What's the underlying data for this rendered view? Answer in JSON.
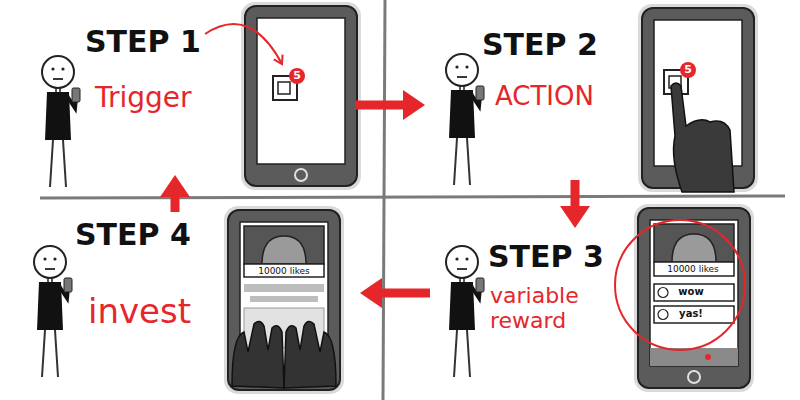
{
  "diagram": {
    "nodes": [
      {
        "text": [
          "STEP 1",
          "Trigger"
        ]
      },
      {
        "text": [
          "STEP 2",
          "ACTION"
        ]
      },
      {
        "text": [
          "STEP 3",
          "variable reward"
        ]
      },
      {
        "text": [
          "STEP 4",
          "invest"
        ]
      }
    ],
    "edges": [
      {
        "from": 0,
        "to": 1,
        "arrow": "to"
      },
      {
        "from": 1,
        "to": 2,
        "arrow": "to"
      },
      {
        "from": 2,
        "to": 3,
        "arrow": "to"
      },
      {
        "from": 3,
        "to": 0,
        "arrow": "to"
      }
    ],
    "labels": [
      "5",
      "5",
      "10000 likes",
      "wow",
      "yas!",
      "10000 likes"
    ]
  }
}
